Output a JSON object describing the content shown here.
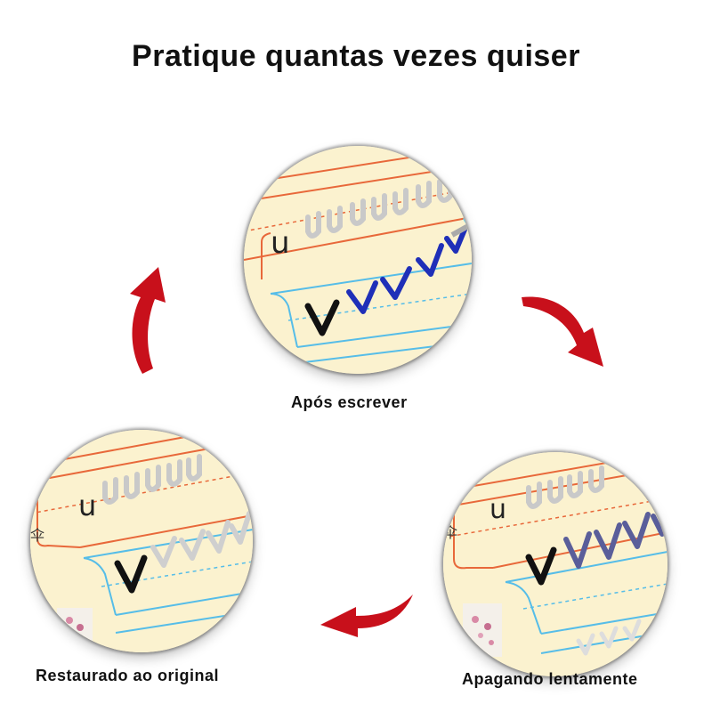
{
  "title": "Pratique quantas vezes quiser",
  "steps": [
    {
      "caption": "Após escrever"
    },
    {
      "caption": "Apagando lentamente"
    },
    {
      "caption": "Restaurado ao original"
    }
  ],
  "page_glyph": "伞",
  "practice_letters": {
    "top": "u",
    "bottom": "v"
  },
  "colors": {
    "paper": "#fbf2cf",
    "orange_line": "#e8683a",
    "blue_line": "#56bde8",
    "ink_blue": "#1f2fb8",
    "ink_faded": "#5a5e9a",
    "trace_gray": "#c8c8c8",
    "arrow_red": "#c8101b"
  }
}
